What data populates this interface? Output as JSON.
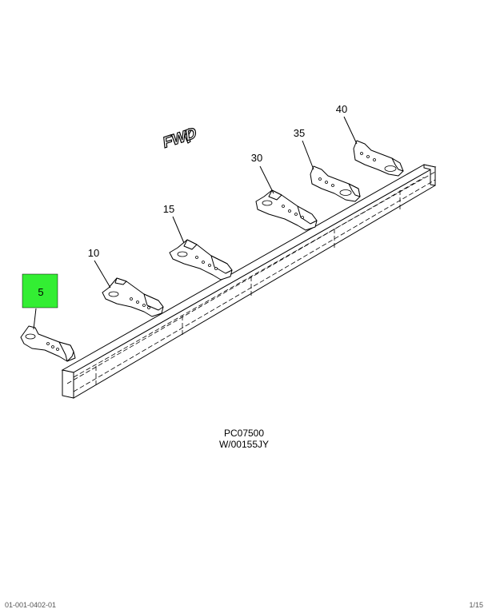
{
  "fwd_label": "FWD",
  "highlight_color": "#33ee33",
  "callouts": [
    {
      "label": "5",
      "highlighted": true
    },
    {
      "label": "10",
      "highlighted": false
    },
    {
      "label": "15",
      "highlighted": false
    },
    {
      "label": "30",
      "highlighted": false
    },
    {
      "label": "35",
      "highlighted": false
    },
    {
      "label": "40",
      "highlighted": false
    }
  ],
  "caption": {
    "line1": "PC07500",
    "line2": "W/00155JY"
  },
  "footer": {
    "left": "01-001-0402-01",
    "right": "1/15"
  }
}
